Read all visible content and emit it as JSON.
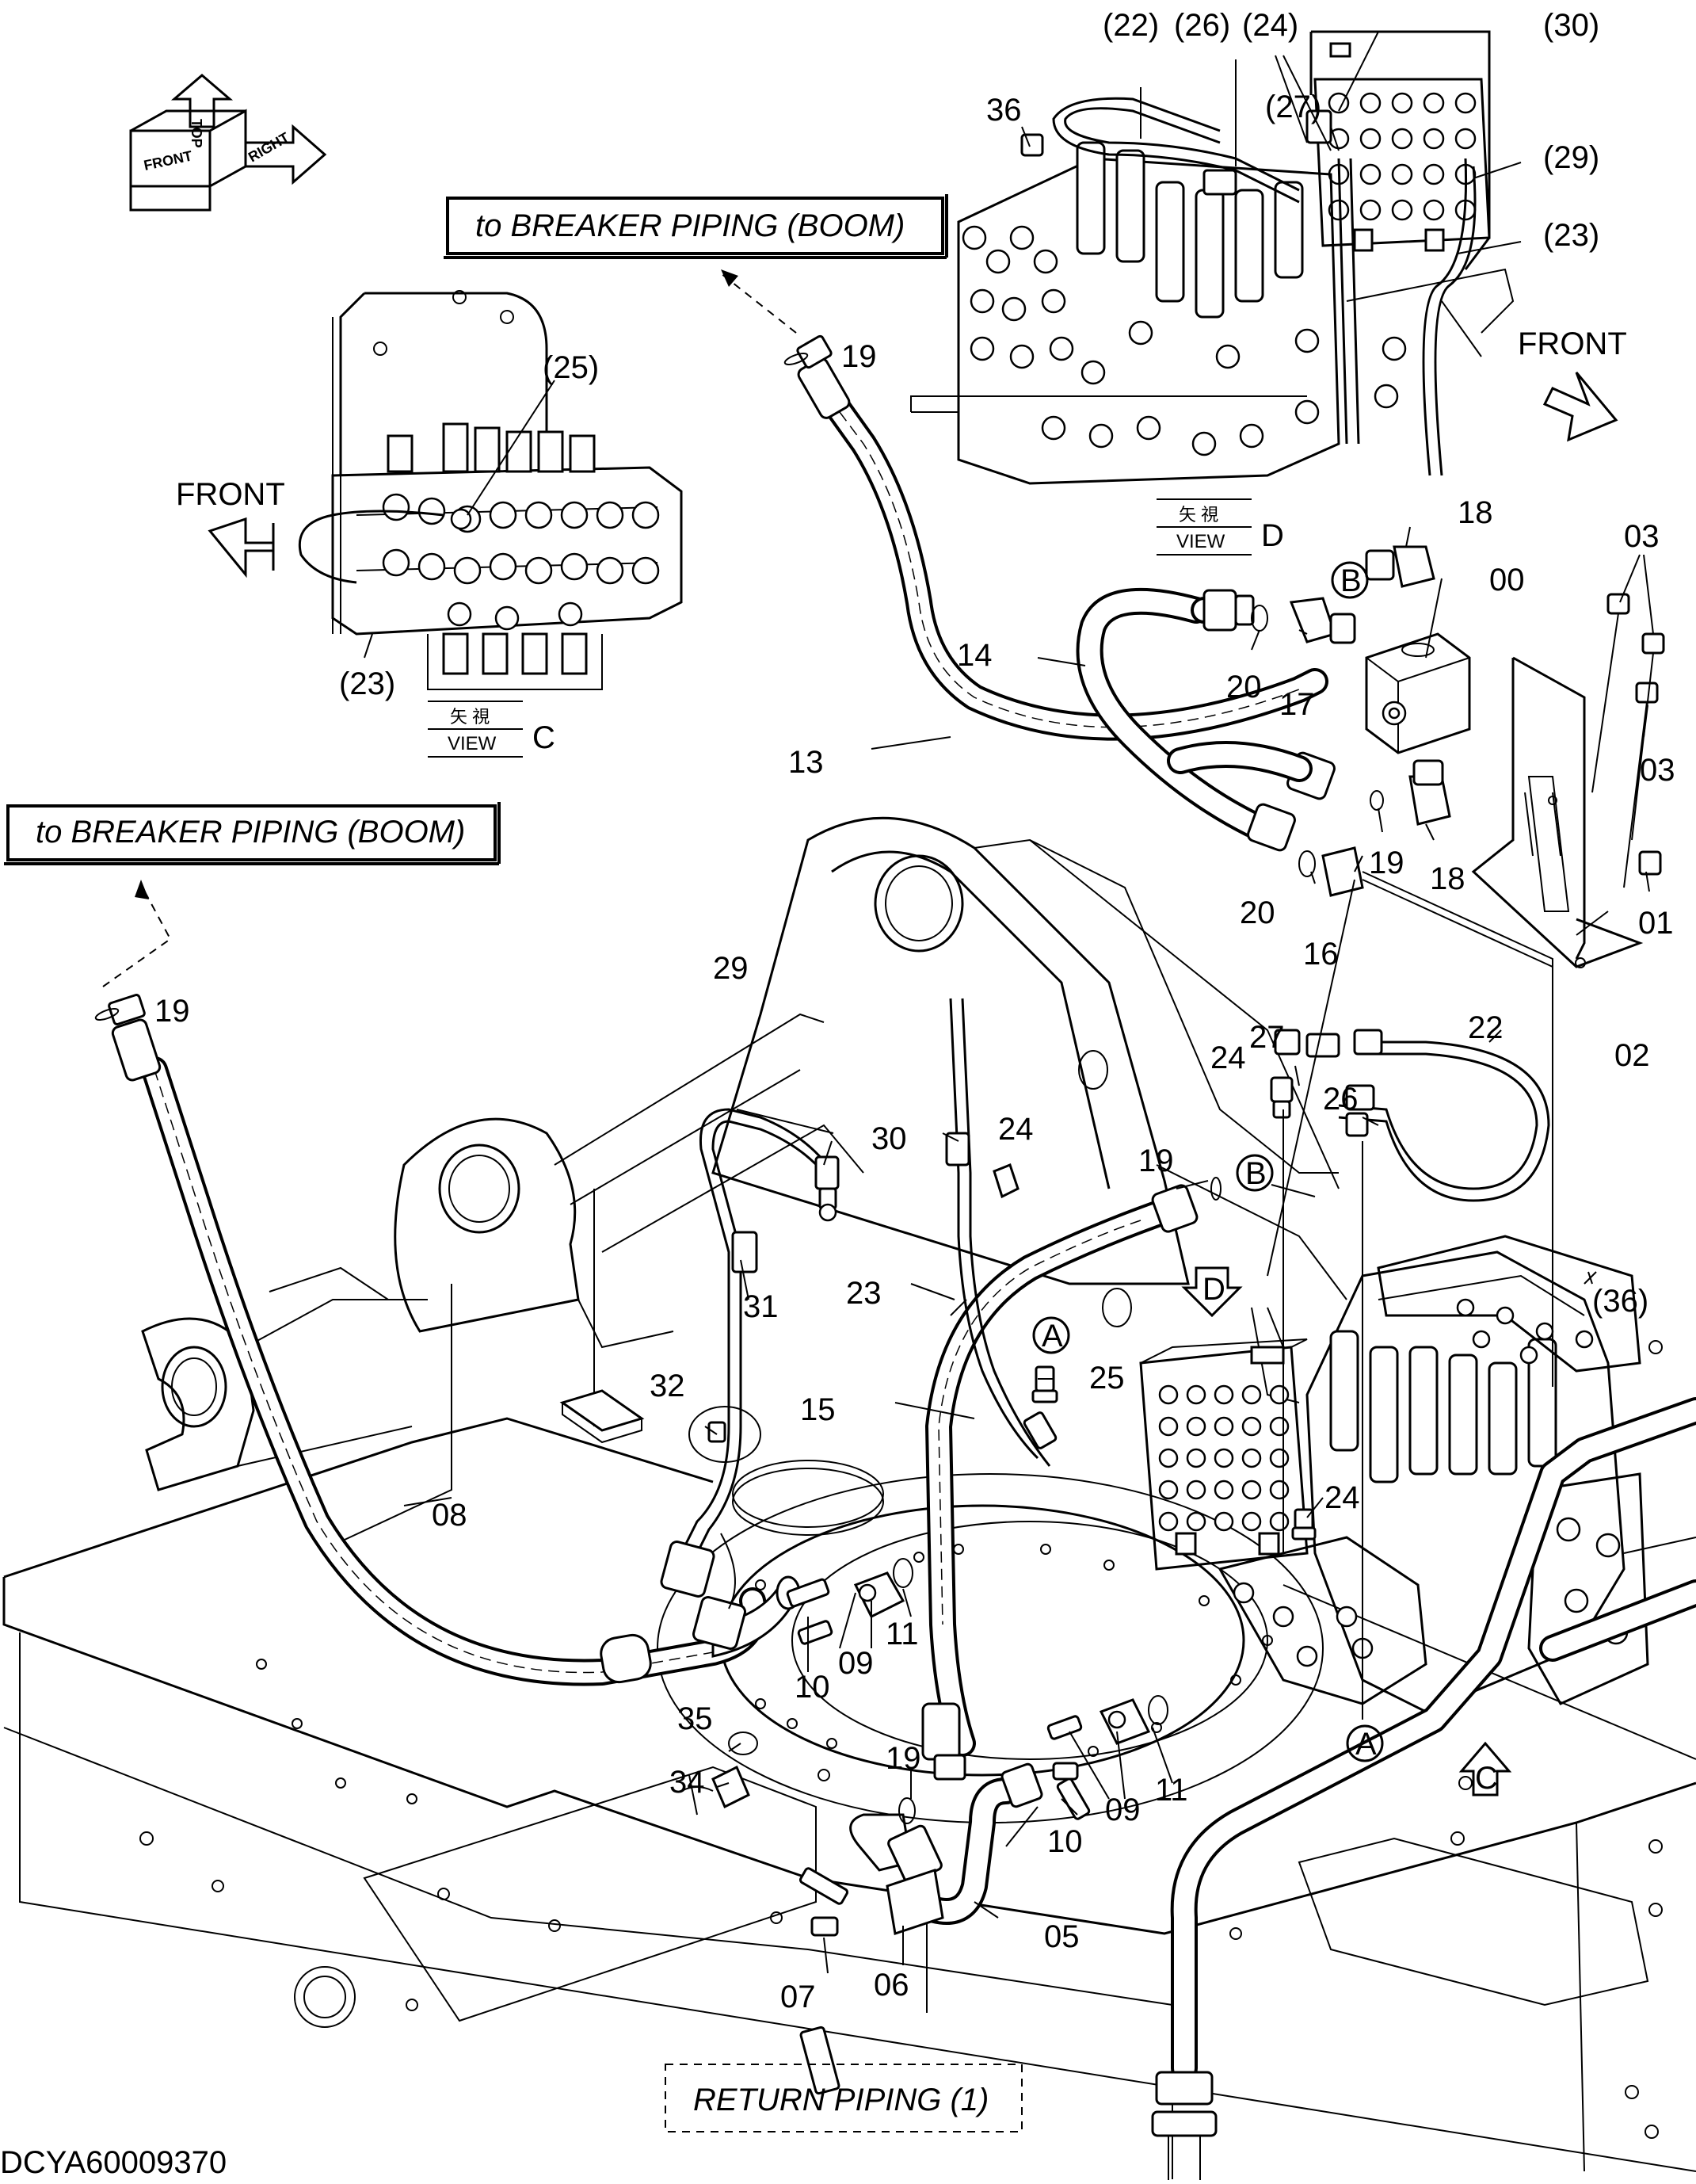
{
  "diagram": {
    "drawing_number": "DCYA60009370",
    "callouts": {
      "to_breaker_top": "to BREAKER PIPING (BOOM)",
      "to_breaker_left": "to BREAKER PIPING (BOOM)",
      "return_piping": "RETURN PIPING (1)"
    },
    "orientation_cube": {
      "front": "FRONT",
      "top": "TOP",
      "right": "RIGHT"
    },
    "directions": {
      "front_right": "FRONT",
      "front_left": "FRONT"
    },
    "views": {
      "view_c": {
        "kanji": "矢 視",
        "word": "VIEW",
        "letter": "C"
      },
      "view_d": {
        "kanji": "矢 視",
        "word": "VIEW",
        "letter": "D"
      }
    },
    "view_markers": {
      "c": "C",
      "d": "D"
    },
    "connection_markers": {
      "a_upper": "A",
      "a_lower": "A",
      "b_upper": "B",
      "b_lower": "B"
    },
    "part_labels": {
      "p00": "00",
      "p01": "01",
      "p02": "02",
      "p03a": "03",
      "p03b": "03",
      "p05": "05",
      "p06": "06",
      "p07": "07",
      "p08": "08",
      "p09a": "09",
      "p09b": "09",
      "p10a": "10",
      "p10b": "10",
      "p11a": "11",
      "p11b": "11",
      "p13": "13",
      "p14": "14",
      "p15": "15",
      "p16": "16",
      "p17": "17",
      "p18a": "18",
      "p18b": "18",
      "p19a": "19",
      "p19b": "19",
      "p19c": "19",
      "p19d": "19",
      "p19e": "19",
      "p20a": "20",
      "p20b": "20",
      "p22": "22",
      "p23": "23",
      "p24a": "24",
      "p24b": "24",
      "p24c": "24",
      "p25": "25",
      "p26": "26",
      "p27": "27",
      "p29": "29",
      "p30": "30",
      "p31": "31",
      "p32": "32",
      "p34": "34",
      "p35": "35",
      "p36": "36",
      "d22": "(22)",
      "d26": "(26)",
      "d24": "(24)",
      "d30": "(30)",
      "d27": "(27)",
      "d29": "(29)",
      "d23": "(23)",
      "c25": "(25)",
      "c23": "(23)",
      "m36": "(36)"
    }
  }
}
